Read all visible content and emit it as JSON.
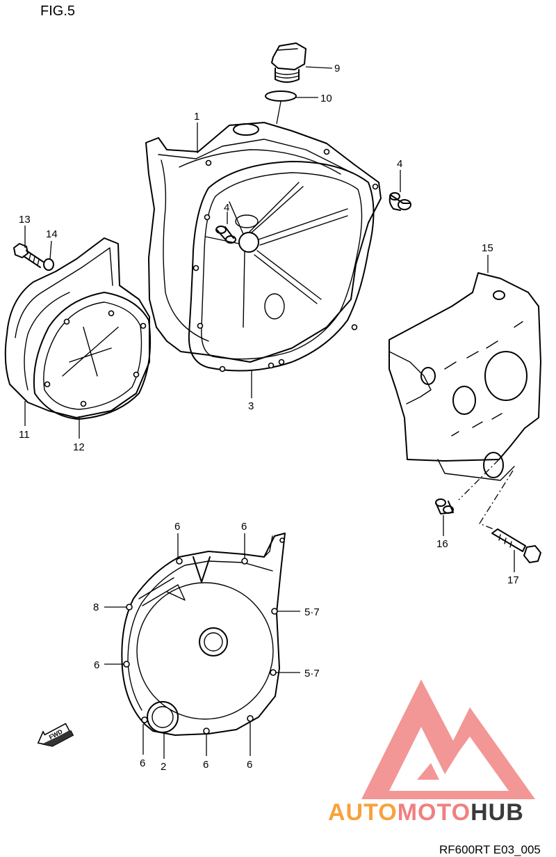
{
  "figure": {
    "title": "FIG.5",
    "code": "RF600RT E03_005",
    "direction_badge": "FWD"
  },
  "callouts": [
    {
      "id": "c1",
      "label": "1"
    },
    {
      "id": "c9",
      "label": "9"
    },
    {
      "id": "c10",
      "label": "10"
    },
    {
      "id": "c4a",
      "label": "4"
    },
    {
      "id": "c4b",
      "label": "4"
    },
    {
      "id": "c13",
      "label": "13"
    },
    {
      "id": "c14",
      "label": "14"
    },
    {
      "id": "c3",
      "label": "3"
    },
    {
      "id": "c11",
      "label": "11"
    },
    {
      "id": "c12",
      "label": "12"
    },
    {
      "id": "c15",
      "label": "15"
    },
    {
      "id": "c16",
      "label": "16"
    },
    {
      "id": "c17",
      "label": "17"
    },
    {
      "id": "c6a",
      "label": "6"
    },
    {
      "id": "c6b",
      "label": "6"
    },
    {
      "id": "c8",
      "label": "8"
    },
    {
      "id": "c57a",
      "label": "5·7"
    },
    {
      "id": "c6c",
      "label": "6"
    },
    {
      "id": "c57b",
      "label": "5·7"
    },
    {
      "id": "c6d",
      "label": "6"
    },
    {
      "id": "c2",
      "label": "2"
    },
    {
      "id": "c6e",
      "label": "6"
    },
    {
      "id": "c6f",
      "label": "6"
    }
  ],
  "watermark": {
    "part1": "AUTO",
    "part2": "MOTO",
    "part3": "HUB",
    "colors": {
      "auto": "#f7a23b",
      "moto": "#f08080",
      "hub": "#3a3a3a",
      "logo": "#f28b8b"
    }
  }
}
